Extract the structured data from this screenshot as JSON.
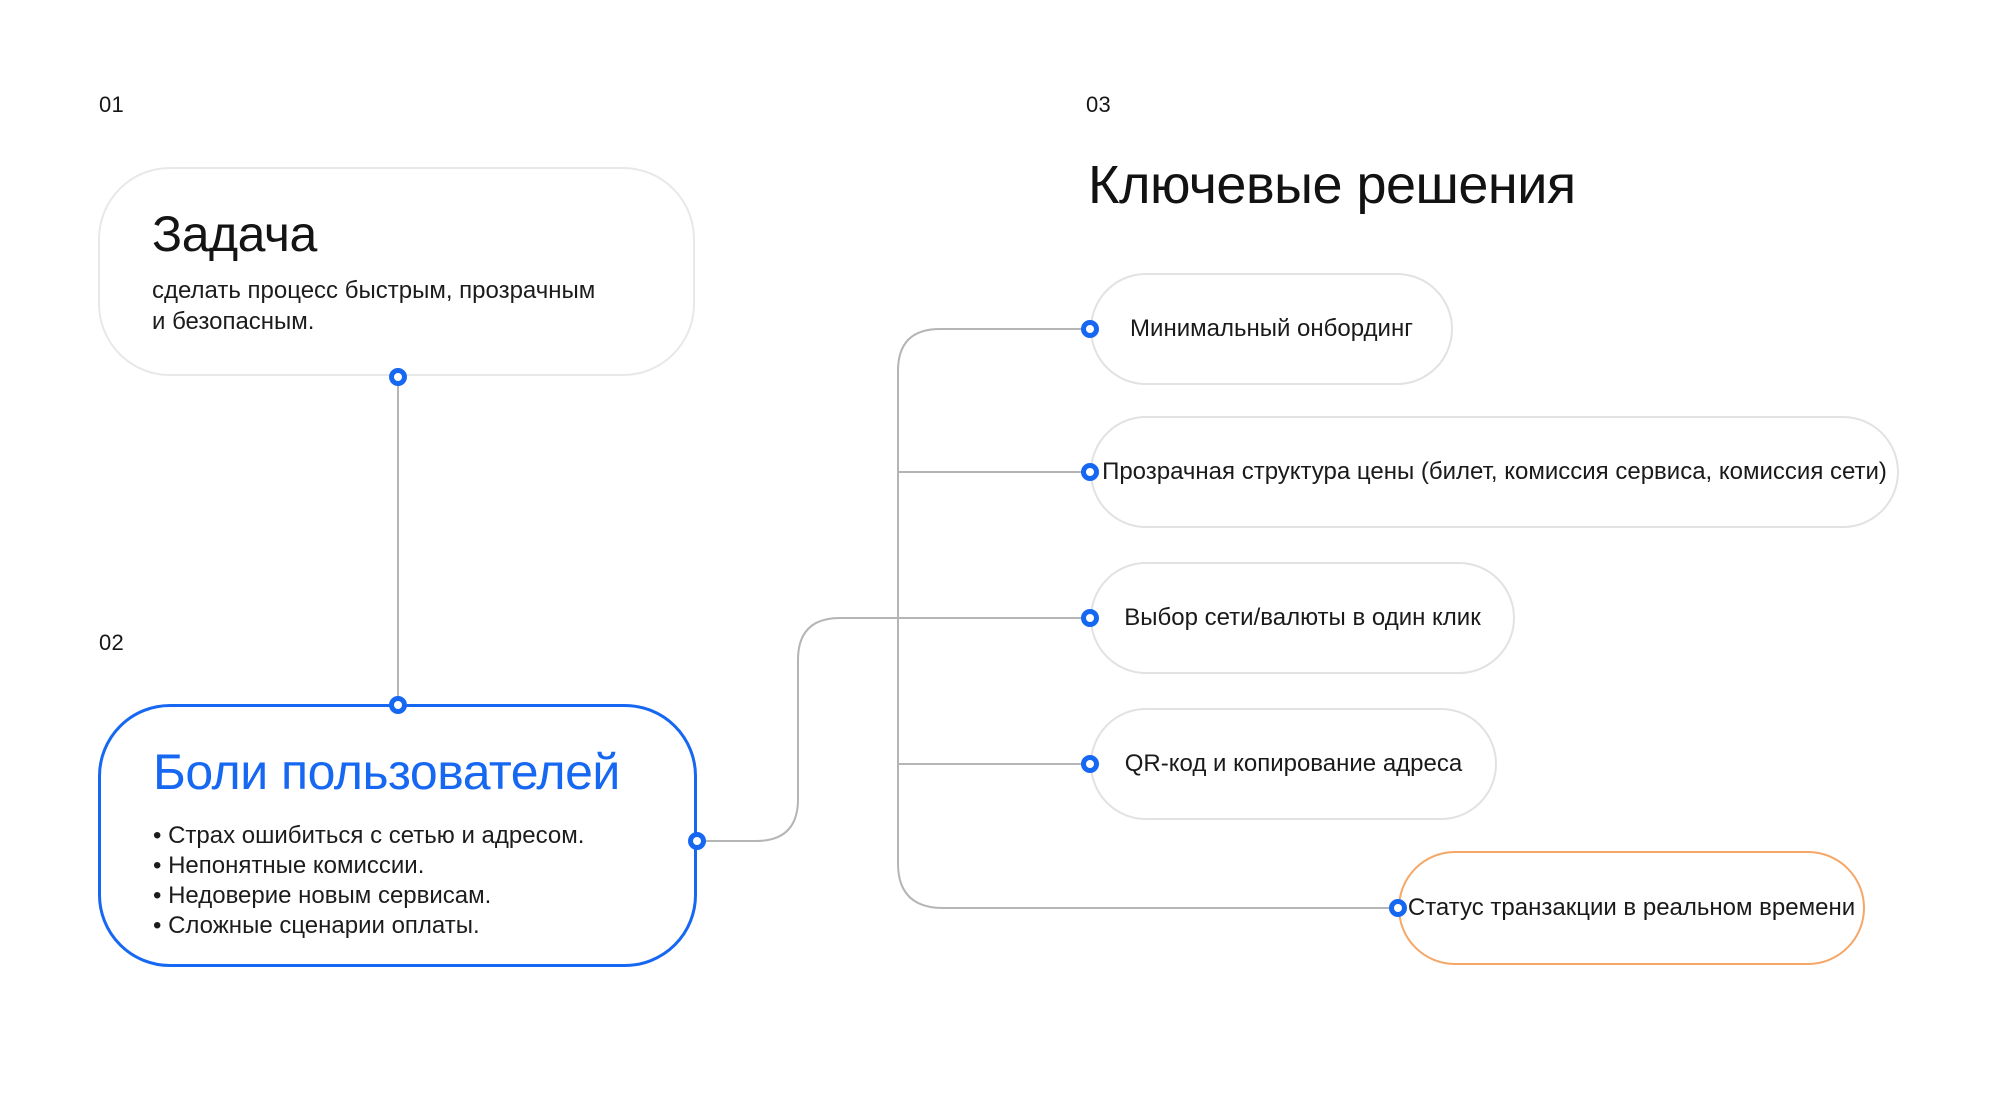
{
  "colors": {
    "accent_blue": "#1667f2",
    "accent_orange": "#f4a767",
    "line_gray": "#b5b5b5",
    "card_border_gray": "#e8e8e8",
    "text": "#141414"
  },
  "sections": {
    "task": {
      "number": "01",
      "title": "Задача",
      "body": "сделать процесс быстрым, прозрачным\nи безопасным."
    },
    "pains": {
      "number": "02",
      "title": "Боли пользователей",
      "bullets": [
        "• Страх ошибиться с сетью и адресом.",
        "• Непонятные комиссии.",
        "• Недоверие новым сервисам.",
        "• Сложные сценарии оплаты."
      ]
    },
    "solutions": {
      "number": "03",
      "title": "Ключевые решения",
      "pills": [
        {
          "label": "Минимальный онбординг"
        },
        {
          "label": "Прозрачная структура цены (билет, комиссия сервиса, комиссия сети)"
        },
        {
          "label": "Выбор сети/валюты в один клик"
        },
        {
          "label": "QR-код и копирование адреса"
        },
        {
          "label": "Статус транзакции в реальном времени"
        }
      ]
    }
  }
}
